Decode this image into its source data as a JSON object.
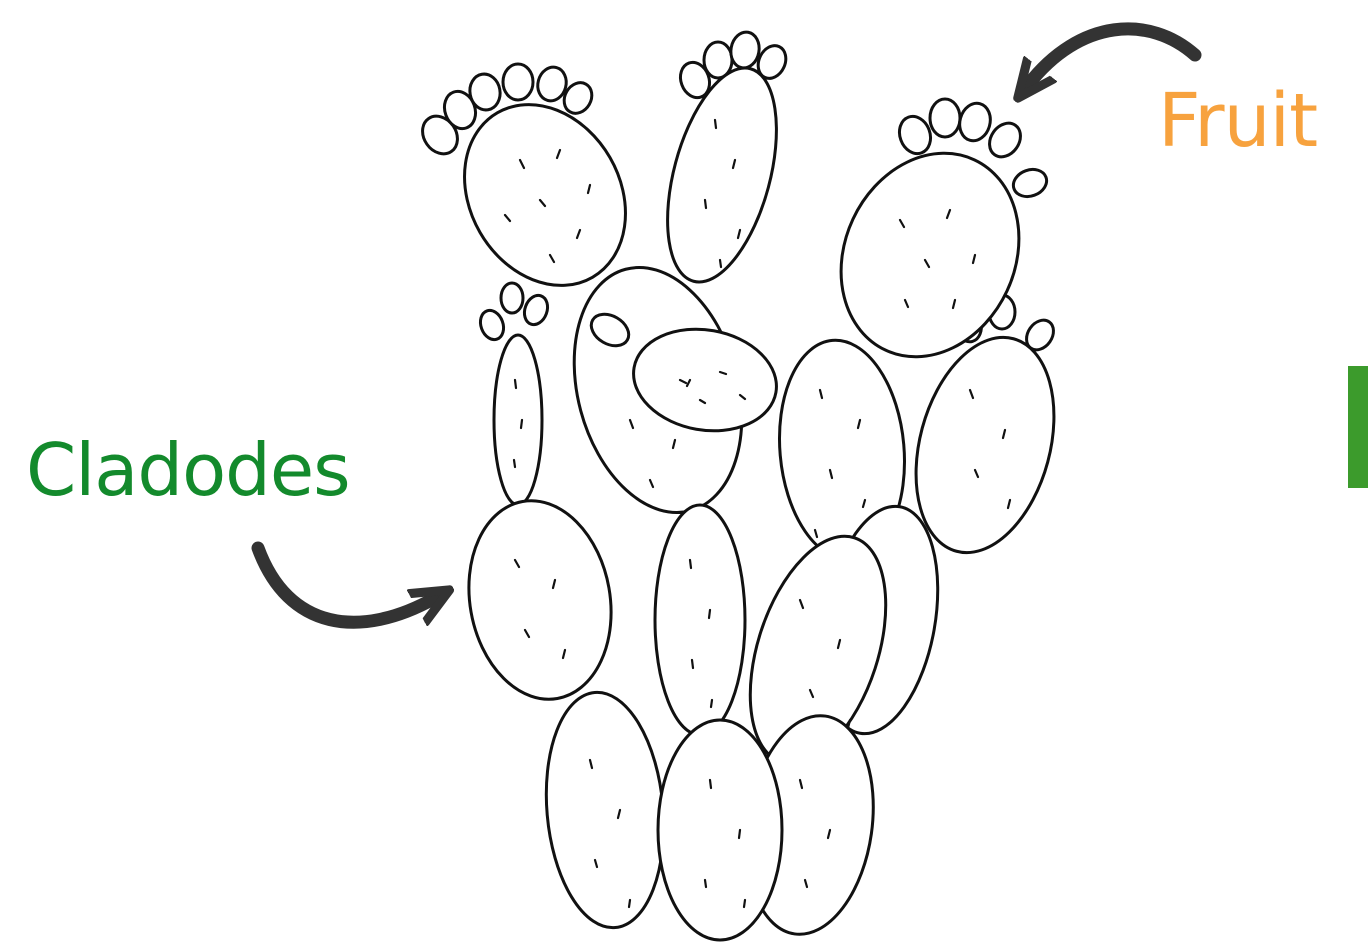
{
  "labels": {
    "fruit": "Fruit",
    "cladodes": "Cladodes"
  },
  "colors": {
    "fruit_label": "#f7a23e",
    "cladodes_label": "#138a2c",
    "arrow": "#333333",
    "line_art": "#111111",
    "side_bar": "#3c9b2c"
  },
  "illustration": "prickly-pear-cactus-line-art"
}
